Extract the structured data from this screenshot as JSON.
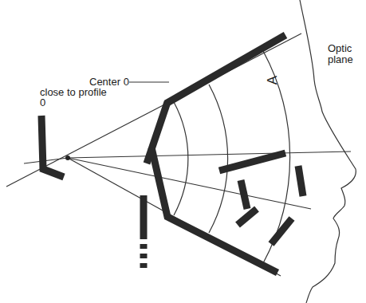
{
  "diagram": {
    "labels": [
      "Center 0",
      "close to profile",
      "0",
      "Optic plane",
      "A"
    ]
  }
}
